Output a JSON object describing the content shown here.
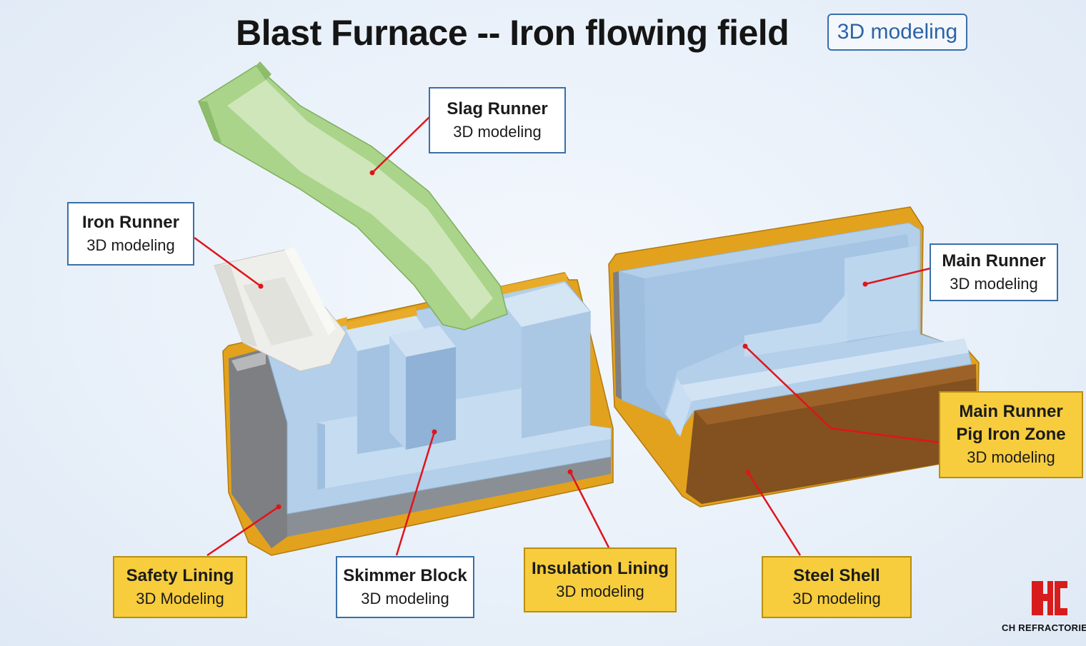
{
  "title": "Blast Furnace -- Iron flowing field",
  "title_badge": "3D modeling",
  "labels": {
    "slag_runner": {
      "name": "Slag Runner",
      "sub": "3D modeling"
    },
    "iron_runner": {
      "name": "Iron Runner",
      "sub": "3D modeling"
    },
    "main_runner": {
      "name": "Main Runner",
      "sub": "3D modeling"
    },
    "pig_iron_zone": {
      "name_line1": "Main Runner",
      "name_line2": "Pig Iron Zone",
      "sub": "3D modeling"
    },
    "safety_lining": {
      "name": "Safety Lining",
      "sub": "3D Modeling"
    },
    "skimmer_block": {
      "name": "Skimmer Block",
      "sub": "3D modeling"
    },
    "insulation_lining": {
      "name": "Insulation Lining",
      "sub": "3D modeling"
    },
    "steel_shell": {
      "name": "Steel Shell",
      "sub": "3D modeling"
    }
  },
  "logo_text": "CH REFRACTORIES",
  "colors": {
    "refractory_blue": "#b3cfe9",
    "slag_green": "#a9d48a",
    "shell_orange": "#e3a21d",
    "safety_gray": "#7d7f82",
    "pig_iron_brown": "#83501f",
    "leader_red": "#e0141b",
    "label_yellow": "#f7cd3e",
    "logo_red": "#d81c1c"
  }
}
